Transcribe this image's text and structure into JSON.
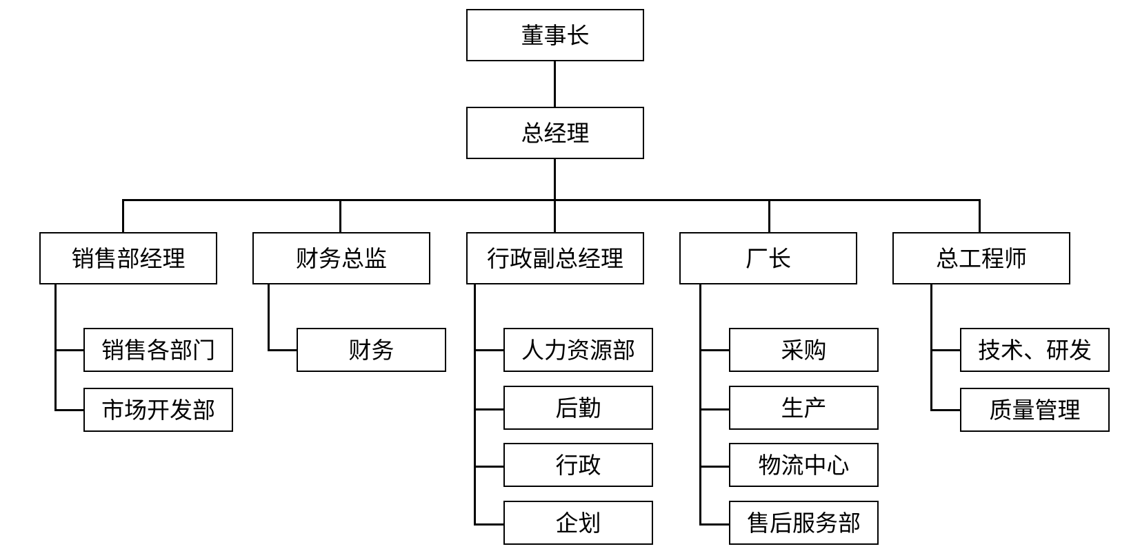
{
  "diagram": {
    "chairman": "董事长",
    "general_manager": "总经理",
    "departments": [
      {
        "title": "销售部经理",
        "children": [
          "销售各部门",
          "市场开发部"
        ]
      },
      {
        "title": "财务总监",
        "children": [
          "财务"
        ]
      },
      {
        "title": "行政副总经理",
        "children": [
          "人力资源部",
          "后勤",
          "行政",
          "企划"
        ]
      },
      {
        "title": "厂长",
        "children": [
          "采购",
          "生产",
          "物流中心",
          "售后服务部"
        ]
      },
      {
        "title": "总工程师",
        "children": [
          "技术、研发",
          "质量管理"
        ]
      }
    ]
  }
}
